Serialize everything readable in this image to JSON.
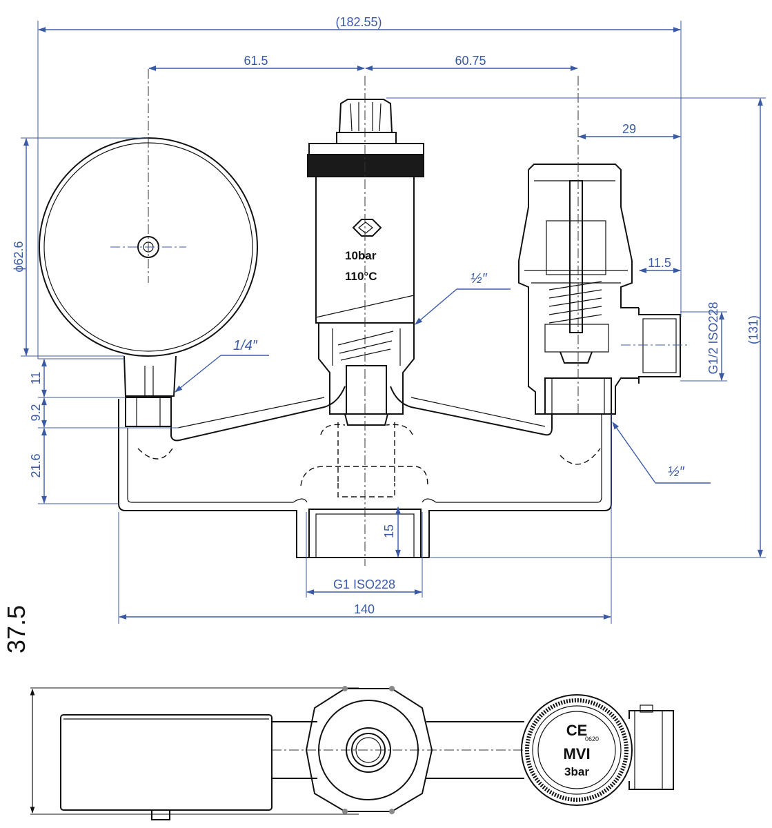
{
  "dimensions": {
    "overall_width": "(182.55)",
    "left_offset": "61.5",
    "right_offset": "60.75",
    "right_to_outlet": "29",
    "outlet_face": "11.5",
    "gauge_diameter": "62.6",
    "overall_height": "(131)",
    "dim_11": "11",
    "dim_9_2": "9.2",
    "dim_21_6": "21.6",
    "dim_15": "15",
    "base_width": "140",
    "depth": "37.5"
  },
  "callouts": {
    "thread_quarter": "1/4″",
    "thread_half_top": "½″",
    "thread_half_right": "½″",
    "bottom_thread": "G1  ISO228",
    "side_thread": "G1/2  ISO228"
  },
  "markings": {
    "vent_pressure": "10bar",
    "vent_temperature": "110°C",
    "safety_ce": "CE",
    "safety_code": "0620",
    "safety_brand": "MVI",
    "safety_pressure": "3bar",
    "phi_symbol": "ϕ"
  },
  "colors": {
    "dimension": "#3b5aa6",
    "outline": "#111111"
  }
}
